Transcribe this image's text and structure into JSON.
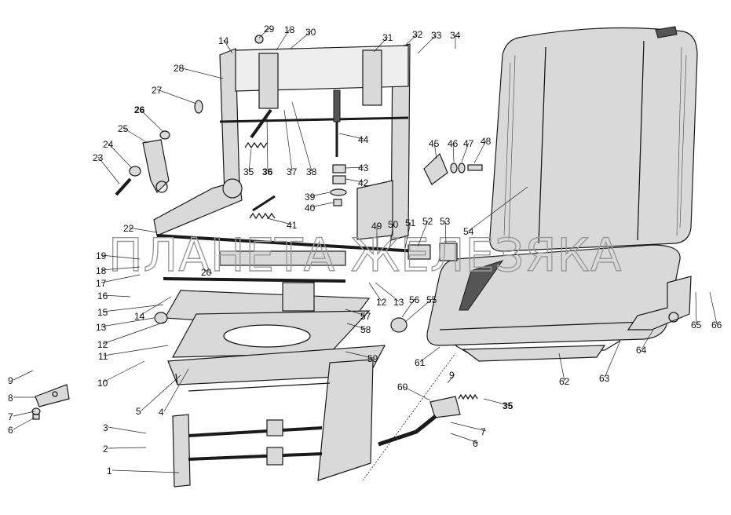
{
  "watermark": "ПЛАНЕТА ЖЕЛЕЗЯКА",
  "callouts": [
    {
      "text": "14"
    },
    {
      "text": "29"
    },
    {
      "text": "18"
    },
    {
      "text": "30"
    },
    {
      "text": "31"
    },
    {
      "text": "32"
    },
    {
      "text": "33"
    },
    {
      "text": "34"
    },
    {
      "text": "28"
    },
    {
      "text": "27"
    },
    {
      "text": "26"
    },
    {
      "text": "25"
    },
    {
      "text": "24"
    },
    {
      "text": "23"
    },
    {
      "text": "35"
    },
    {
      "text": "36"
    },
    {
      "text": "37"
    },
    {
      "text": "38"
    },
    {
      "text": "44"
    },
    {
      "text": "43"
    },
    {
      "text": "42"
    },
    {
      "text": "39"
    },
    {
      "text": "40"
    },
    {
      "text": "41"
    },
    {
      "text": "45"
    },
    {
      "text": "46"
    },
    {
      "text": "47"
    },
    {
      "text": "48"
    },
    {
      "text": "22"
    },
    {
      "text": "49"
    },
    {
      "text": "50"
    },
    {
      "text": "51"
    },
    {
      "text": "52"
    },
    {
      "text": "53"
    },
    {
      "text": "54"
    },
    {
      "text": "19"
    },
    {
      "text": "18"
    },
    {
      "text": "17"
    },
    {
      "text": "20"
    },
    {
      "text": "16"
    },
    {
      "text": "15"
    },
    {
      "text": "14"
    },
    {
      "text": "13"
    },
    {
      "text": "12"
    },
    {
      "text": "12"
    },
    {
      "text": "13"
    },
    {
      "text": "56"
    },
    {
      "text": "55"
    },
    {
      "text": "57"
    },
    {
      "text": "58"
    },
    {
      "text": "11"
    },
    {
      "text": "59"
    },
    {
      "text": "61"
    },
    {
      "text": "10"
    },
    {
      "text": "9"
    },
    {
      "text": "8"
    },
    {
      "text": "7"
    },
    {
      "text": "6"
    },
    {
      "text": "5"
    },
    {
      "text": "4"
    },
    {
      "text": "3"
    },
    {
      "text": "2"
    },
    {
      "text": "1"
    },
    {
      "text": "60"
    },
    {
      "text": "9"
    },
    {
      "text": "35"
    },
    {
      "text": "7"
    },
    {
      "text": "6"
    },
    {
      "text": "62"
    },
    {
      "text": "63"
    },
    {
      "text": "64"
    },
    {
      "text": "65"
    },
    {
      "text": "66"
    }
  ]
}
